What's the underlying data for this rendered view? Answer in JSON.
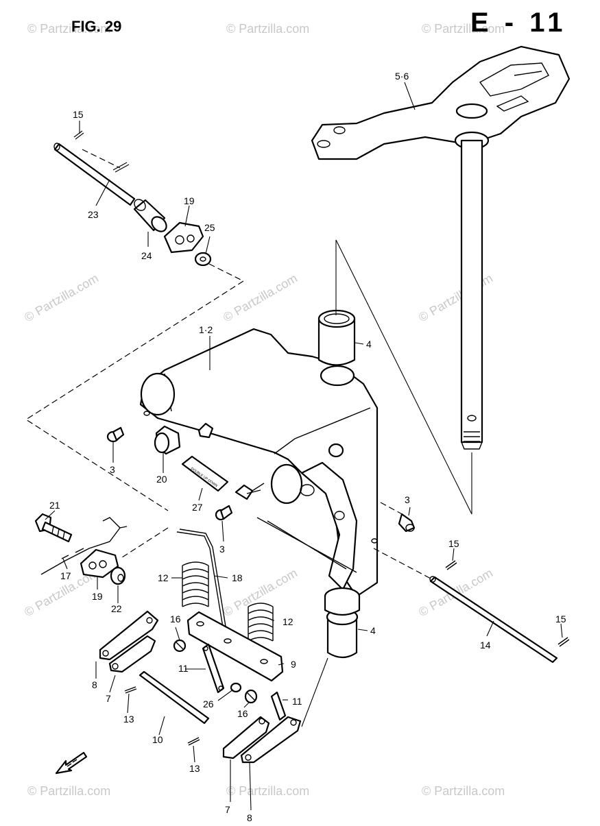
{
  "header": {
    "figure_label": "FIG. 29",
    "section_code": "E - 11"
  },
  "watermarks": [
    "© Partzilla.com",
    "© Partzilla.com",
    "© Partzilla.com",
    "© Partzilla.com",
    "© Partzilla.com",
    "© Partzilla.com",
    "© Partzilla.com",
    "© Partzilla.com",
    "© Partzilla.com",
    "© Partzilla.com",
    "© Partzilla.com",
    "© Partzilla.com"
  ],
  "callouts": [
    "15",
    "23",
    "24",
    "19",
    "25",
    "5·6",
    "4",
    "1·2",
    "3",
    "20",
    "27",
    "3",
    "3",
    "21",
    "17",
    "19",
    "22",
    "12",
    "18",
    "12",
    "16",
    "9",
    "11",
    "8",
    "7",
    "13",
    "10",
    "26",
    "16",
    "11",
    "13",
    "7",
    "8",
    "4",
    "15",
    "15",
    "14"
  ],
  "label_text": "DOUBLE UP DOWN",
  "direction_icon": "forward-arrow-icon"
}
